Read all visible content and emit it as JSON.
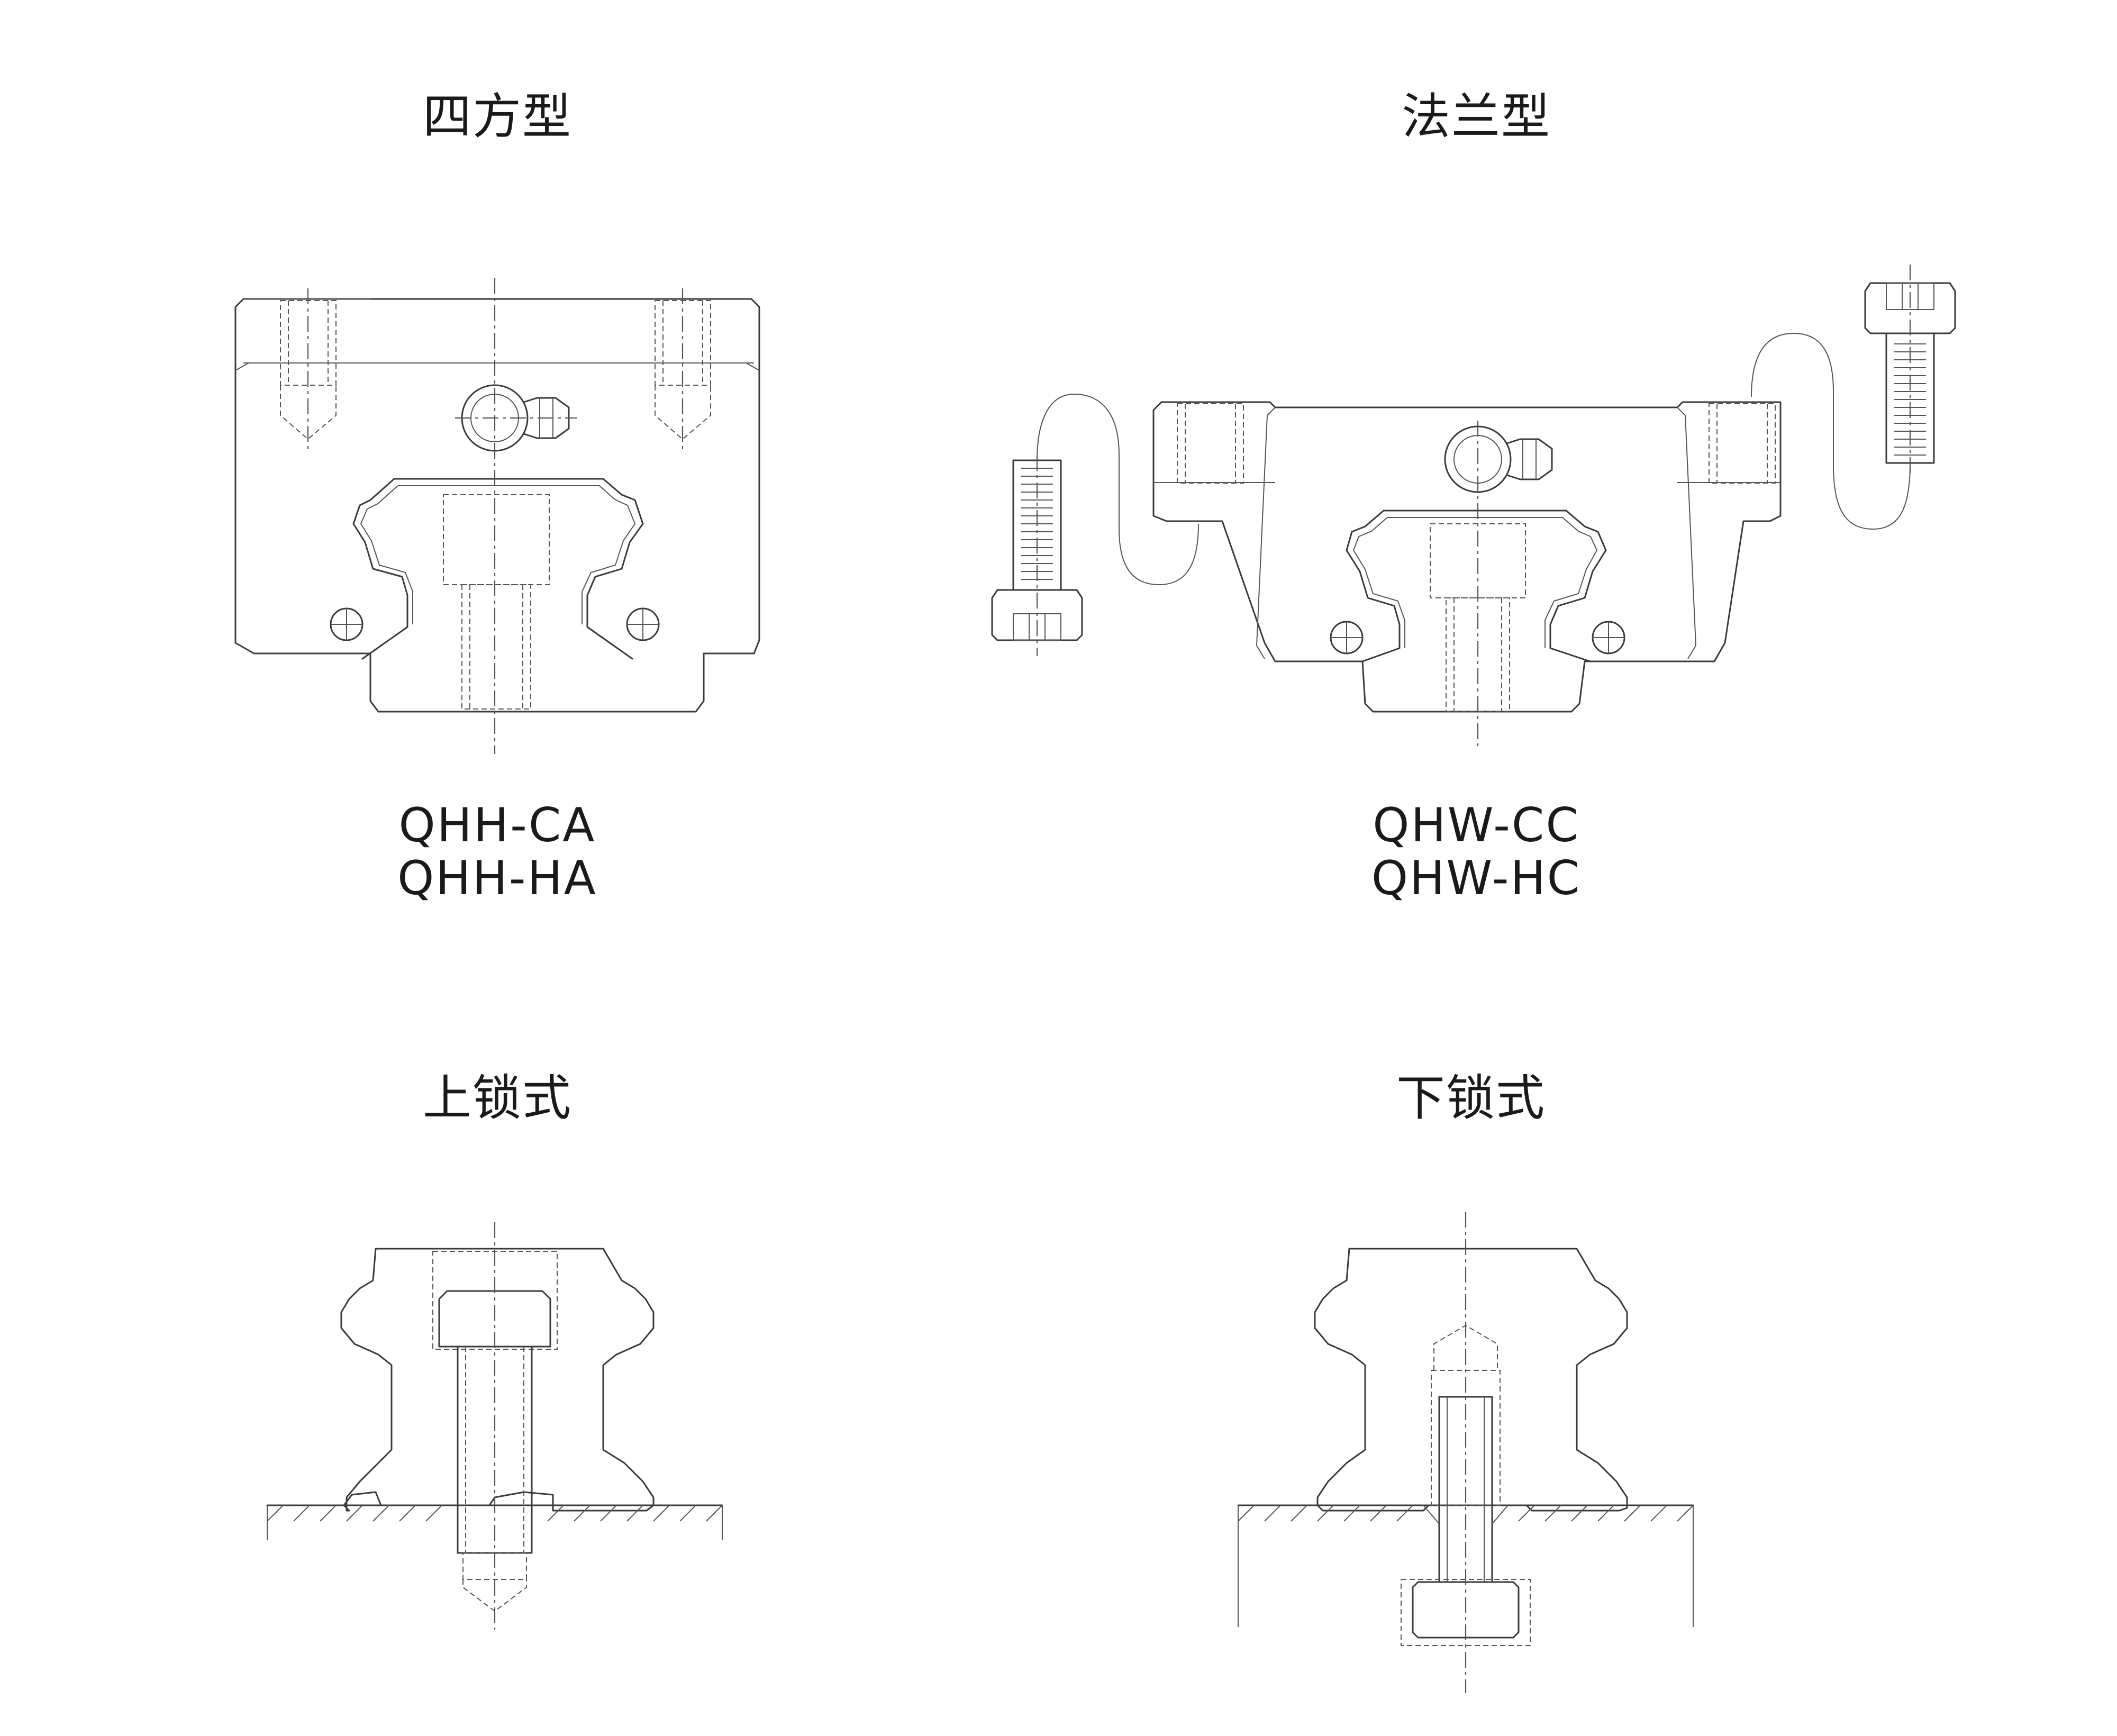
{
  "panels": {
    "square": {
      "title": "四方型",
      "models": [
        "QHH-CA",
        "QHH-HA"
      ]
    },
    "flange": {
      "title": "法兰型",
      "models": [
        "QHW-CC",
        "QHW-HC"
      ]
    },
    "top_lock": {
      "title": "上锁式"
    },
    "bottom_lock": {
      "title": "下锁式"
    }
  }
}
